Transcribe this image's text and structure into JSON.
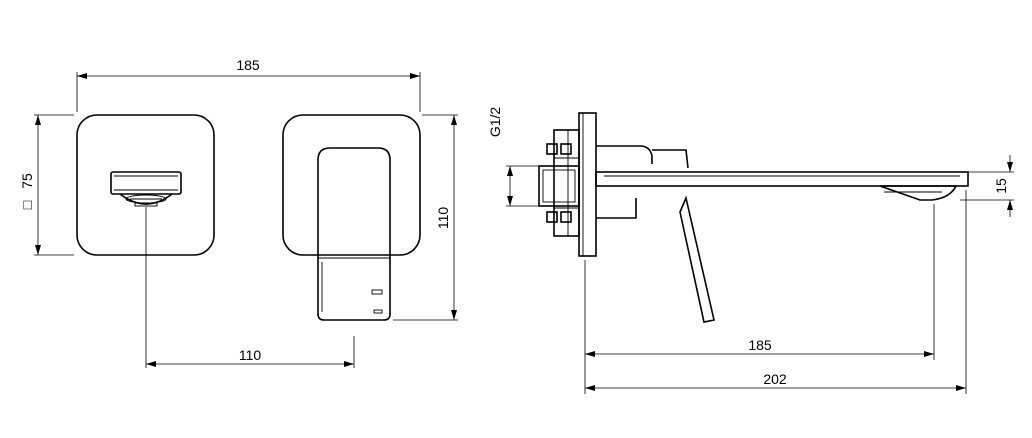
{
  "dimensions": {
    "top_width": "185",
    "cover_side": "75",
    "cover_square_symbol": "□",
    "height": "110",
    "spout_offset": "110",
    "thread": "G1/2",
    "thickness": "15",
    "projection": "185",
    "total_length": "202"
  }
}
